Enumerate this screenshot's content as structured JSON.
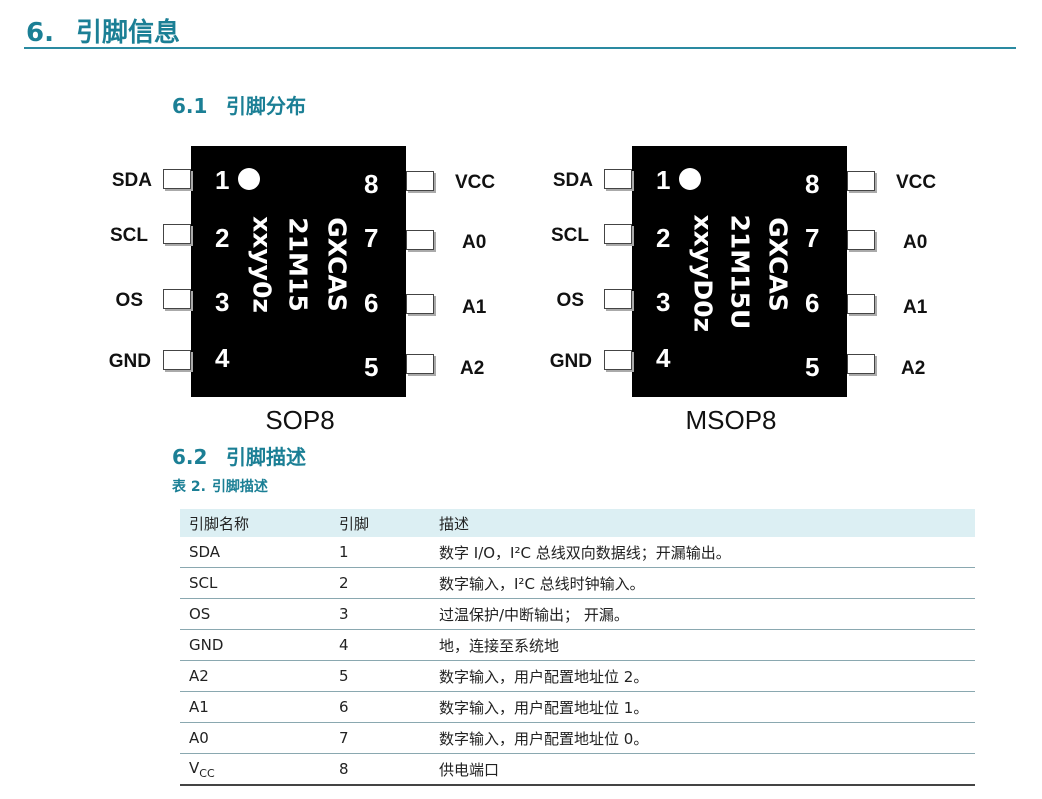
{
  "section": {
    "number": "6.",
    "title": "引脚信息"
  },
  "sub1": {
    "number": "6.1",
    "title": "引脚分布"
  },
  "sub2": {
    "number": "6.2",
    "title": "引脚描述"
  },
  "caption": {
    "number": "表 2.",
    "title": "引脚描述"
  },
  "packages": [
    {
      "name": "SOP8",
      "marking": [
        "GXCAS",
        "21M15",
        "xxyy0z"
      ],
      "left_pins": [
        {
          "num": "1",
          "label": "SDA"
        },
        {
          "num": "2",
          "label": "SCL"
        },
        {
          "num": "3",
          "label": "OS"
        },
        {
          "num": "4",
          "label": "GND"
        }
      ],
      "right_pins": [
        {
          "num": "8",
          "label": "VCC"
        },
        {
          "num": "7",
          "label": "A0"
        },
        {
          "num": "6",
          "label": "A1"
        },
        {
          "num": "5",
          "label": "A2"
        }
      ]
    },
    {
      "name": "MSOP8",
      "marking": [
        "GXCAS",
        "21M15U",
        "xxyyD0z"
      ],
      "left_pins": [
        {
          "num": "1",
          "label": "SDA"
        },
        {
          "num": "2",
          "label": "SCL"
        },
        {
          "num": "3",
          "label": "OS"
        },
        {
          "num": "4",
          "label": "GND"
        }
      ],
      "right_pins": [
        {
          "num": "8",
          "label": "VCC"
        },
        {
          "num": "7",
          "label": "A0"
        },
        {
          "num": "6",
          "label": "A1"
        },
        {
          "num": "5",
          "label": "A2"
        }
      ]
    }
  ],
  "table": {
    "headers": [
      "引脚名称",
      "引脚",
      "描述"
    ],
    "rows": [
      {
        "name": "SDA",
        "pin": "1",
        "desc": "数字 I/O，I²C 总线双向数据线；开漏输出。"
      },
      {
        "name": "SCL",
        "pin": "2",
        "desc": "数字输入，I²C 总线时钟输入。"
      },
      {
        "name": "OS",
        "pin": "3",
        "desc": "过温保护/中断输出；  开漏。"
      },
      {
        "name": "GND",
        "pin": "4",
        "desc": "地，连接至系统地"
      },
      {
        "name": "A2",
        "pin": "5",
        "desc": "数字输入，用户配置地址位 2。"
      },
      {
        "name": "A1",
        "pin": "6",
        "desc": "数字输入，用户配置地址位 1。"
      },
      {
        "name": "A0",
        "pin": "7",
        "desc": "数字输入，用户配置地址位 0。"
      },
      {
        "name": "V",
        "name_sub": "CC",
        "pin": "8",
        "desc": "供电端口"
      }
    ]
  }
}
